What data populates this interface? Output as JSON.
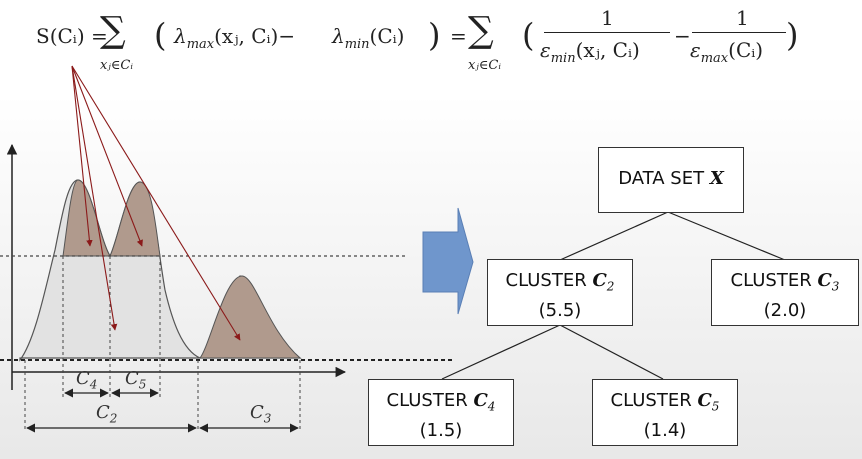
{
  "formula": {
    "lhs": "S(Cᵢ) =",
    "sum_sub": "xⱼ∈Cᵢ",
    "term1": "λ",
    "term1_sub": "max",
    "term1_args": "(xⱼ, Cᵢ)−",
    "term2": "λ",
    "term2_sub": "min",
    "term2_args": "(Cᵢ)",
    "eq2": "=",
    "sum2_sub": "xⱼ∈Cᵢ",
    "frac1_num": "1",
    "frac1_den": "ε",
    "frac1_den_sub": "min",
    "frac1_den_args": "(xⱼ, Cᵢ)",
    "minus": "−",
    "frac2_num": "1",
    "frac2_den": "ε",
    "frac2_den_sub": "max",
    "frac2_den_args": "(Cᵢ)"
  },
  "plot_labels": {
    "c4": "C",
    "c4_sub": "4",
    "c5": "C",
    "c5_sub": "5",
    "c2": "C",
    "c2_sub": "2",
    "c3": "C",
    "c3_sub": "3"
  },
  "tree": {
    "root": {
      "title": "DATA SET",
      "var": "X"
    },
    "c2": {
      "title": "CLUSTER",
      "var": "C",
      "sub": "2",
      "value": "(5.5)"
    },
    "c3": {
      "title": "CLUSTER",
      "var": "C",
      "sub": "3",
      "value": "(2.0)"
    },
    "c4": {
      "title": "CLUSTER",
      "var": "C",
      "sub": "4",
      "value": "(1.5)"
    },
    "c5": {
      "title": "CLUSTER",
      "var": "C",
      "sub": "5",
      "value": "(1.4)"
    }
  },
  "colors": {
    "arrow": "#8b1a1a",
    "peak_fill": "#b09a8d",
    "curve_fill": "#e0e0e0",
    "block_arrow": "#6f96cc"
  }
}
